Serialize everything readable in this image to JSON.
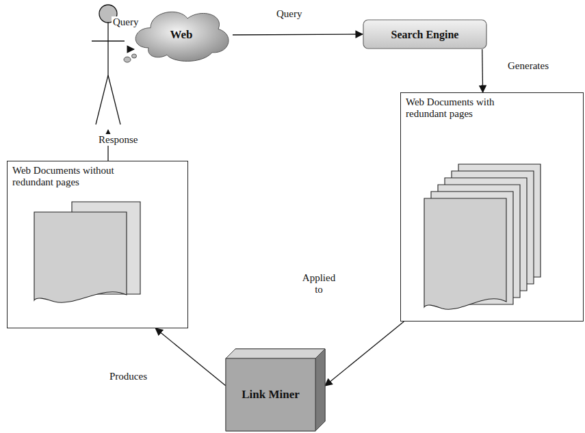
{
  "diagram": {
    "nodes": [
      {
        "text": [
          "Web"
        ]
      },
      {
        "text": [
          "Search Engine"
        ]
      },
      {
        "text": [
          "Web Documents with redundant pages"
        ]
      },
      {
        "text": [
          "Web Documents without redundant pages"
        ]
      },
      {
        "text": [
          "Link Miner"
        ]
      }
    ],
    "edges": [
      {
        "from": 0,
        "to": 1,
        "label": "Query",
        "arrow": "to"
      },
      {
        "from": 1,
        "to": 2,
        "label": "Generates",
        "arrow": "to"
      },
      {
        "from": 2,
        "to": 4,
        "label": "Applied to",
        "arrow": "to"
      },
      {
        "from": 4,
        "to": 3,
        "label": "Produces",
        "arrow": "to"
      }
    ],
    "labels": [
      "Query",
      "Response"
    ]
  }
}
